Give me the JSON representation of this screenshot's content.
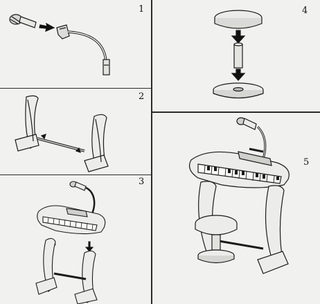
{
  "steps": [
    {
      "number": "1"
    },
    {
      "number": "2"
    },
    {
      "number": "3"
    },
    {
      "number": "4"
    },
    {
      "number": "5"
    }
  ],
  "colors": {
    "ink": "#1b1b1b",
    "paper": "#f1f1ef",
    "shade": "#b9b9b6",
    "dark": "#3a3a3a"
  },
  "icons": [
    "microphone-icon",
    "arrow-icon",
    "keyboard-icon",
    "stand-icon",
    "stool-icon"
  ]
}
